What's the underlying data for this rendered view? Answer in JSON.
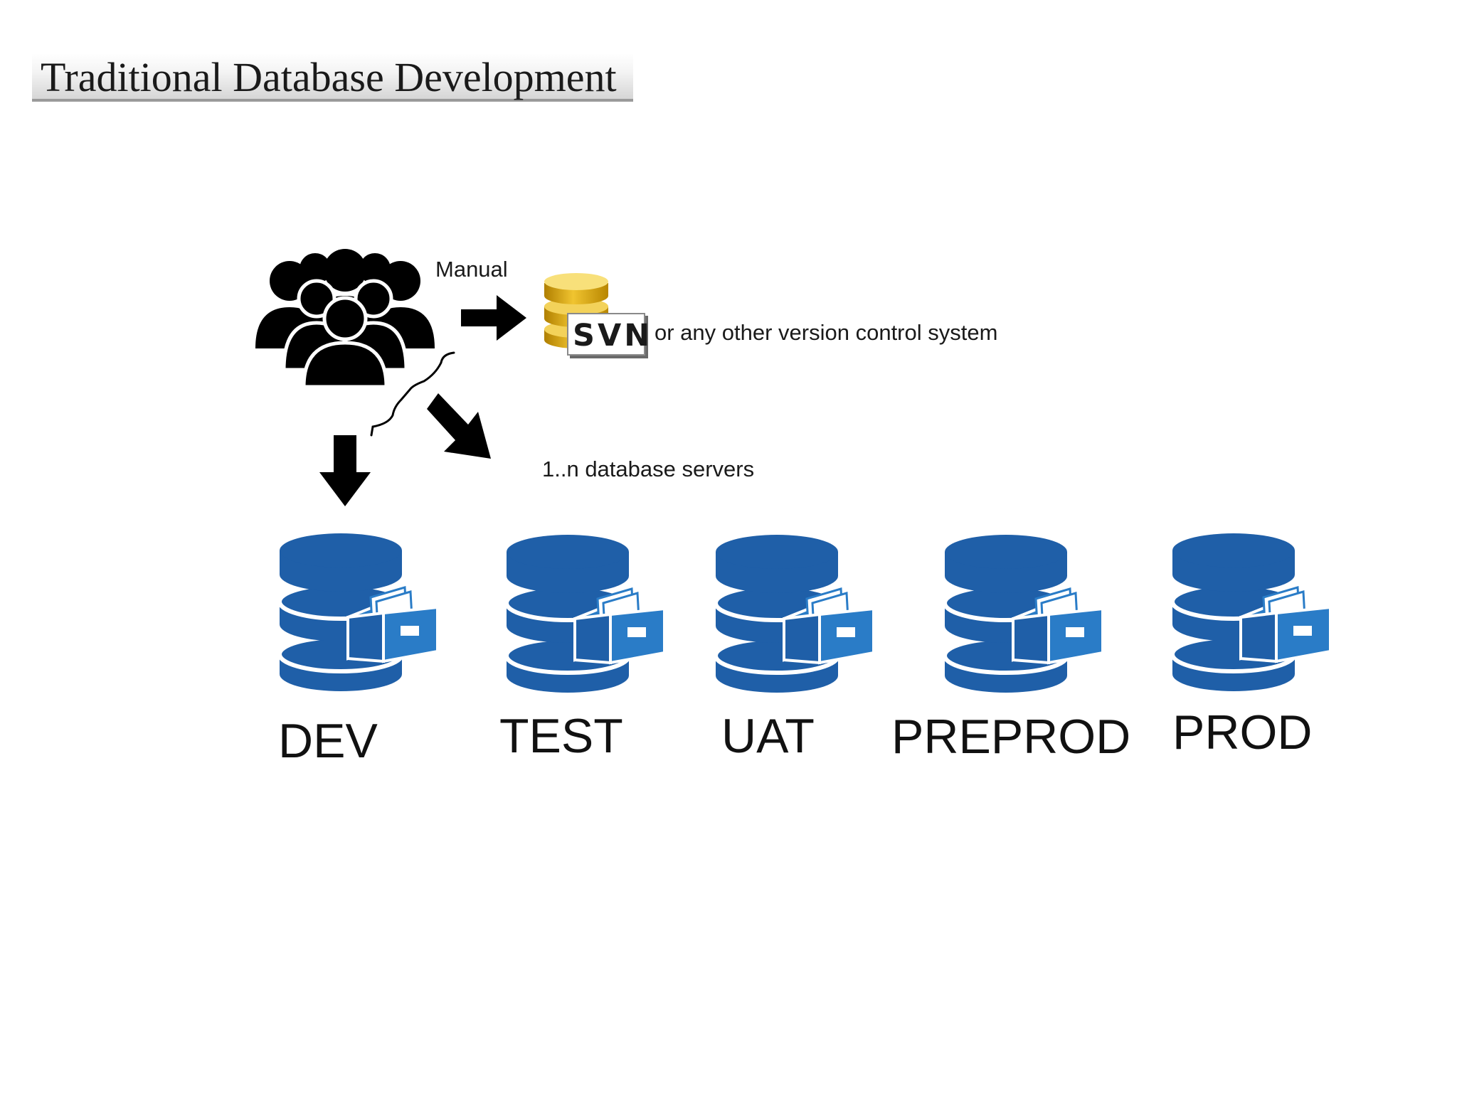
{
  "title": "Traditional Database Development",
  "labels": {
    "manual": "Manual",
    "svn_badge": "SVN",
    "version_control": "or any other version control system",
    "servers": "1..n database servers"
  },
  "environments": [
    {
      "name": "DEV"
    },
    {
      "name": "TEST"
    },
    {
      "name": "UAT"
    },
    {
      "name": "PREPROD"
    },
    {
      "name": "PROD"
    }
  ],
  "icons": {
    "team": "people-group-icon",
    "repo": "database-gold-icon",
    "server": "database-cabinet-icon"
  },
  "colors": {
    "db_blue": "#1f5fa8",
    "db_blue_light": "#2a7cc7",
    "svn_gold": "#e0ad10",
    "arrow": "#000000"
  }
}
